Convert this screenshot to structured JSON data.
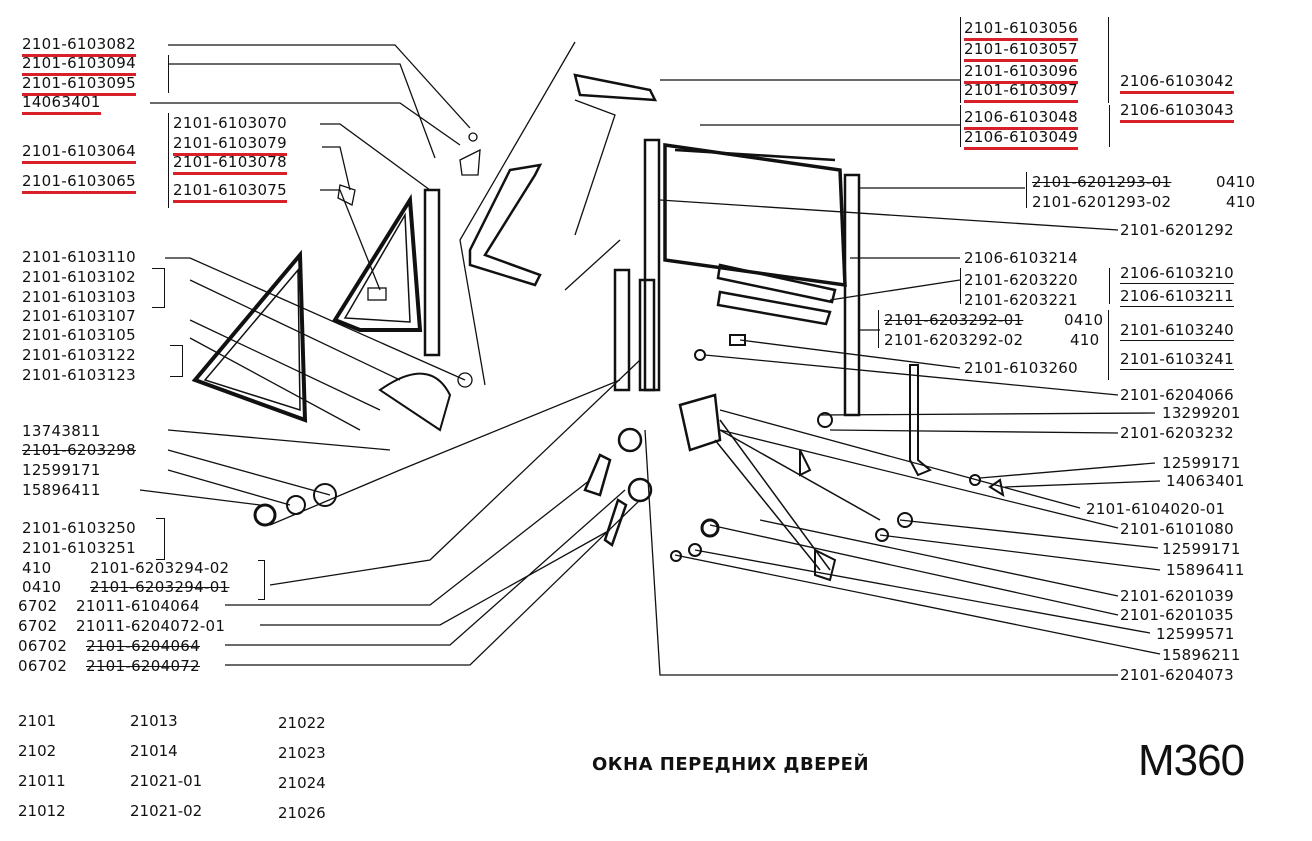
{
  "title": "ОКНА ПЕРЕДНИХ ДВЕРЕЙ",
  "code": "M360",
  "accent_color": "#d8202a",
  "labels": [
    {
      "id": "l1",
      "text": "2101-6103082",
      "red": true
    },
    {
      "id": "l2",
      "text": "2101-6103094",
      "red": true
    },
    {
      "id": "l3",
      "text": "2101-6103095",
      "red": true
    },
    {
      "id": "l4",
      "text": "14063401",
      "red": true
    },
    {
      "id": "l5",
      "text": "2101-6103070"
    },
    {
      "id": "l6",
      "text": "2101-6103064",
      "red": true
    },
    {
      "id": "l7",
      "text": "2101-6103079",
      "red": true
    },
    {
      "id": "l8",
      "text": "2101-6103078",
      "red": true
    },
    {
      "id": "l9",
      "text": "2101-6103065",
      "red": true
    },
    {
      "id": "l10",
      "text": "2101-6103075",
      "red": true
    },
    {
      "id": "l11",
      "text": "2101-6103110"
    },
    {
      "id": "l12",
      "text": "2101-6103102"
    },
    {
      "id": "l13",
      "text": "2101-6103103"
    },
    {
      "id": "l14",
      "text": "2101-6103107"
    },
    {
      "id": "l15",
      "text": "2101-6103105"
    },
    {
      "id": "l16",
      "text": "2101-6103122"
    },
    {
      "id": "l17",
      "text": "2101-6103123"
    },
    {
      "id": "l18",
      "text": "13743811"
    },
    {
      "id": "l19",
      "text": "2101-6203298"
    },
    {
      "id": "l20",
      "text": "12599171"
    },
    {
      "id": "l21",
      "text": "15896411"
    },
    {
      "id": "l22",
      "text": "2101-6103250"
    },
    {
      "id": "l23",
      "text": "2101-6103251"
    },
    {
      "id": "l24",
      "text": "410"
    },
    {
      "id": "l25",
      "text": "2101-6203294-02"
    },
    {
      "id": "l26",
      "text": "0410"
    },
    {
      "id": "l27",
      "text": "2101-6203294-01"
    },
    {
      "id": "l28",
      "text": "6702"
    },
    {
      "id": "l29",
      "text": "21011-6104064"
    },
    {
      "id": "l30",
      "text": "6702"
    },
    {
      "id": "l31",
      "text": "21011-6204072-01"
    },
    {
      "id": "l32",
      "text": "06702"
    },
    {
      "id": "l33",
      "text": "2101-6204064"
    },
    {
      "id": "l34",
      "text": "06702"
    },
    {
      "id": "l35",
      "text": "2101-6204072"
    },
    {
      "id": "r1",
      "text": "2101-6103056",
      "red": true
    },
    {
      "id": "r2",
      "text": "2101-6103057",
      "red": true
    },
    {
      "id": "r3",
      "text": "2101-6103096",
      "red": true
    },
    {
      "id": "r4",
      "text": "2101-6103097",
      "red": true
    },
    {
      "id": "r5",
      "text": "2106-6103042",
      "red": true
    },
    {
      "id": "r6",
      "text": "2106-6103043",
      "red": true
    },
    {
      "id": "r7",
      "text": "2106-6103048",
      "red": true
    },
    {
      "id": "r8",
      "text": "2106-6103049",
      "red": true
    },
    {
      "id": "r9",
      "text": "2101-6201293-01"
    },
    {
      "id": "r10",
      "text": "0410"
    },
    {
      "id": "r11",
      "text": "2101-6201293-02"
    },
    {
      "id": "r12",
      "text": "410"
    },
    {
      "id": "r13",
      "text": "2101-6201292"
    },
    {
      "id": "r14",
      "text": "2106-6103214"
    },
    {
      "id": "r15",
      "text": "2101-6203220"
    },
    {
      "id": "r16",
      "text": "2101-6203221"
    },
    {
      "id": "r17",
      "text": "2106-6103210"
    },
    {
      "id": "r18",
      "text": "2106-6103211"
    },
    {
      "id": "r19",
      "text": "2101-6203292-01"
    },
    {
      "id": "r20",
      "text": "0410"
    },
    {
      "id": "r21",
      "text": "2101-6203292-02"
    },
    {
      "id": "r22",
      "text": "410"
    },
    {
      "id": "r23",
      "text": "2101-6103240"
    },
    {
      "id": "r24",
      "text": "2101-6103241"
    },
    {
      "id": "r25",
      "text": "2101-6103260"
    },
    {
      "id": "r26",
      "text": "2101-6204066"
    },
    {
      "id": "r27",
      "text": "13299201"
    },
    {
      "id": "r28",
      "text": "2101-6203232"
    },
    {
      "id": "r29",
      "text": "12599171"
    },
    {
      "id": "r30",
      "text": "14063401"
    },
    {
      "id": "r31",
      "text": "2101-6104020-01"
    },
    {
      "id": "r32",
      "text": "2101-6101080"
    },
    {
      "id": "r33",
      "text": "12599171"
    },
    {
      "id": "r34",
      "text": "15896411"
    },
    {
      "id": "r35",
      "text": "2101-6201039"
    },
    {
      "id": "r36",
      "text": "2101-6201035"
    },
    {
      "id": "r37",
      "text": "12599571"
    },
    {
      "id": "r38",
      "text": "15896211"
    },
    {
      "id": "r39",
      "text": "2101-6204073"
    }
  ],
  "models": [
    "2101",
    "21013",
    "21022",
    "2102",
    "21014",
    "21023",
    "21011",
    "21021-01",
    "21024",
    "21012",
    "21021-02",
    "21026"
  ]
}
